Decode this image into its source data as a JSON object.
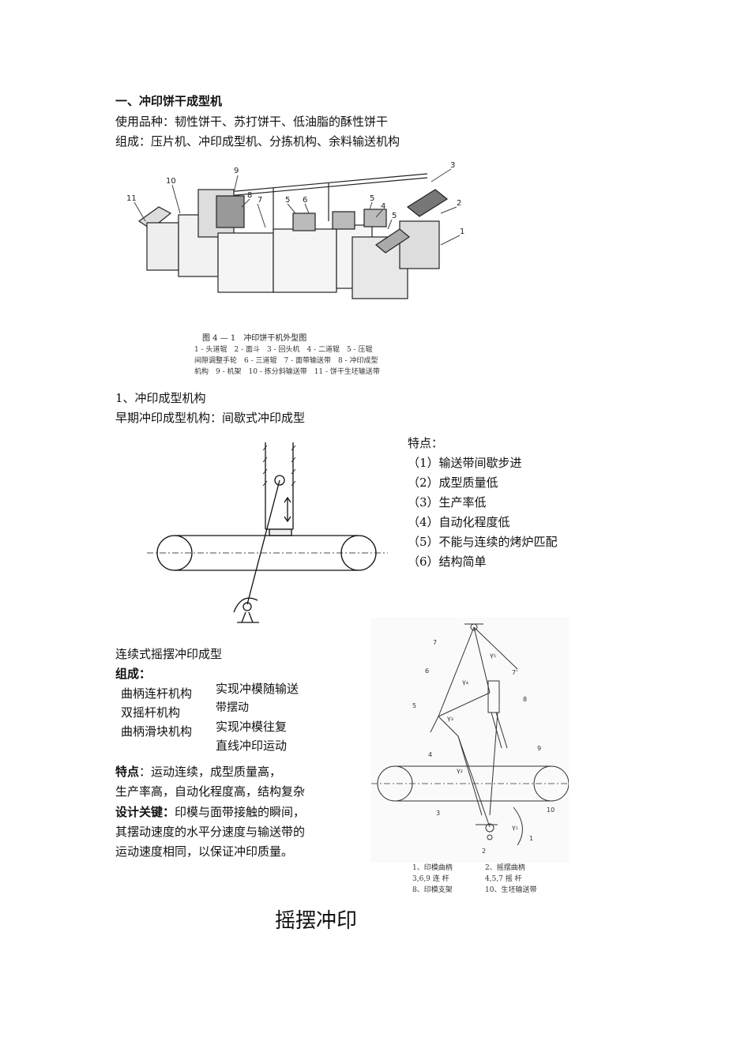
{
  "section": {
    "title": "一、冲印饼干成型机",
    "varieties": "使用品种：韧性饼干、苏打饼干、低油脂的酥性饼干",
    "composition": "组成：压片机、冲印成型机、分拣机构、余料输送机构"
  },
  "figure1": {
    "title": "图 4 — 1　冲印饼干机外型图",
    "legend_lines": [
      "1 - 头道辊　2 - 面斗　3 - 回头机　4 - 二道辊　5 - 压辊",
      "间隙调整手轮　6 - 三道辊　7 - 面带输送带　8 - 冲印成型",
      "机构　9 - 机架　10 - 拣分斜输送带　11 - 饼干生坯输送带"
    ],
    "callouts": [
      "9",
      "10",
      "11",
      "8",
      "7",
      "5",
      "6",
      "5",
      "4",
      "5",
      "3",
      "2",
      "1"
    ]
  },
  "sub1": {
    "heading": "1、冲印成型机构",
    "early": "早期冲印成型机构：间歇式冲印成型"
  },
  "features": {
    "label": "特点：",
    "items": [
      "（1）输送带间歇步进",
      "（2）成型质量低",
      "（3）生产率低",
      "（4）自动化程度低",
      "（5）不能与连续的烤炉匹配",
      "（6）结构简单"
    ]
  },
  "continuous": {
    "title": "连续式摇摆冲印成型",
    "comp_label": "组成：",
    "mechanisms": [
      "曲柄连杆机构",
      "双摇杆机构",
      "曲柄滑块机构"
    ],
    "functions": [
      "实现冲模随输送",
      "带摆动",
      "实现冲模往复",
      "直线冲印运动"
    ],
    "feat_label": "特点",
    "feat_text1": "：运动连续，成型质量高，",
    "feat_text2": "生产率高，自动化程度高，结构复杂",
    "key_label": "设计关键：",
    "key_text1": "印模与面带接触的瞬间，",
    "key_text2": "其摆动速度的水平分速度与输送带的",
    "key_text3": "运动速度相同，以保证冲印质量。"
  },
  "figure3": {
    "labels": [
      "7",
      "γ₅",
      "7'",
      "6",
      "γ₄",
      "8",
      "5",
      "γ₃",
      "9",
      "4",
      "γ₂",
      "10",
      "3",
      "γ₁",
      "1",
      "2"
    ],
    "legend": [
      [
        "1、印模曲柄",
        "2、摇摆曲柄"
      ],
      [
        "3,6,9 连 杆",
        "4,5,7 摇 杆"
      ],
      [
        "8、印模支架",
        "10、生坯输送带"
      ]
    ]
  },
  "caption_big": "摇摆冲印"
}
